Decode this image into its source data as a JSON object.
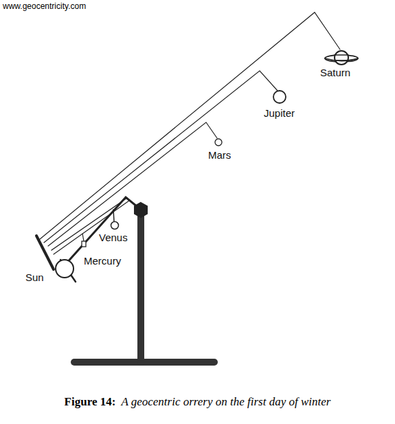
{
  "diagram": {
    "caption": "A geocentric orrery on the first day of winter",
    "labels": [
      "www.geocentricity.com",
      "Saturn",
      "Jupiter",
      "Mars",
      "Venus",
      "Mercury",
      "Sun",
      "Figure 14:"
    ]
  }
}
